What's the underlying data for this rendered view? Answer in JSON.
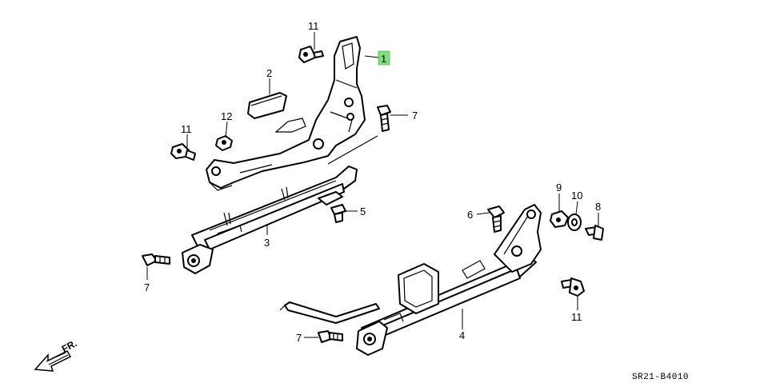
{
  "highlight_color": "#7fe07f",
  "callouts": {
    "c1": "1",
    "c2": "2",
    "c3": "3",
    "c4": "4",
    "c5": "5",
    "c6": "6",
    "c7a": "7",
    "c7b": "7",
    "c7c": "7",
    "c8": "8",
    "c9": "9",
    "c10": "10",
    "c11a": "11",
    "c11b": "11",
    "c11c": "11",
    "c12": "12"
  },
  "direction_label": "FR.",
  "diagram_code": "SR21-B4010",
  "icons": {
    "direction_arrow": "front-direction-arrow-icon"
  }
}
